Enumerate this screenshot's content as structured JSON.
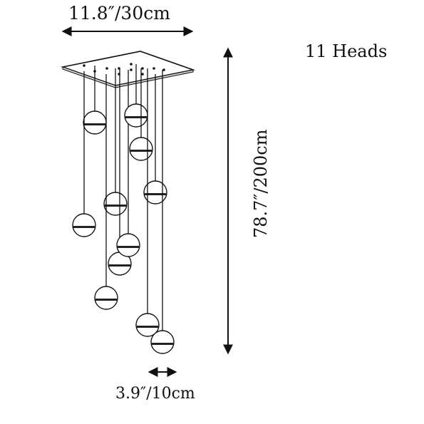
{
  "labels": {
    "width": "11.8″/30cm",
    "height": "78.7″/200cm",
    "shade_width": "3.9″/10cm",
    "heads": "11 Heads"
  },
  "colors": {
    "line": "#111111",
    "canopy_fill": "#ffffff",
    "shade_fill": "#ffffff"
  },
  "icons": {
    "arrow": "double-headed-arrow",
    "shade": "globe-pendant-icon"
  },
  "pendant_count": 11
}
